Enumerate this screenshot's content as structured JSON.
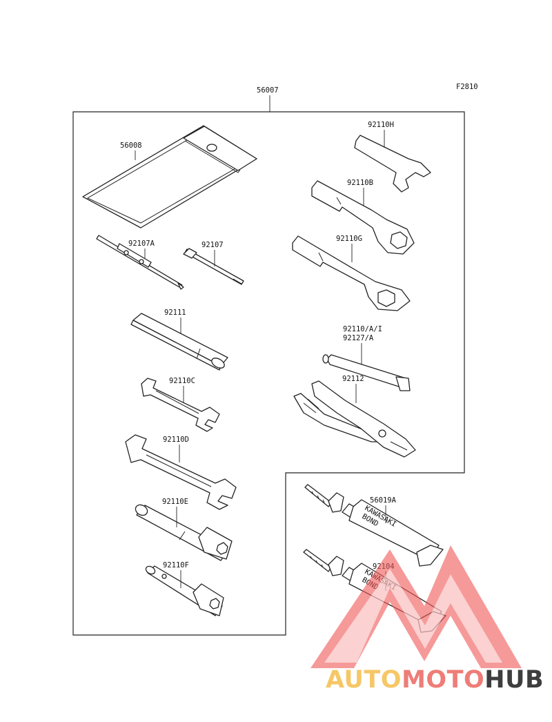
{
  "figure_code": "F2810",
  "assembly_number": "56007",
  "parts": [
    {
      "number": "56008",
      "name": "tool-bag"
    },
    {
      "number": "92107A",
      "name": "screwdriver"
    },
    {
      "number": "92107",
      "name": "screwdriver-bit"
    },
    {
      "number": "92111",
      "name": "handle-bar"
    },
    {
      "number": "92110C",
      "name": "open-end-wrench"
    },
    {
      "number": "92110D",
      "name": "open-end-wrench"
    },
    {
      "number": "92110E",
      "name": "box-socket-wrench"
    },
    {
      "number": "92110F",
      "name": "spark-plug-wrench"
    },
    {
      "number": "92110H",
      "name": "hook-wrench"
    },
    {
      "number": "92110B",
      "name": "ring-wrench"
    },
    {
      "number": "92110G",
      "name": "ring-wrench"
    },
    {
      "number": "92110/A/I",
      "name": "hex-key"
    },
    {
      "number": "92127/A",
      "name": "hex-key"
    },
    {
      "number": "92112",
      "name": "pliers"
    },
    {
      "number": "56019A",
      "name": "bond-tube"
    },
    {
      "number": "92104",
      "name": "bond-tube"
    }
  ],
  "tube_text": [
    "KAWASAKI",
    "BOND"
  ],
  "watermark": {
    "segments": [
      "AUTO",
      "MOTO",
      "HUB"
    ],
    "colors": {
      "auto": "#f6c766",
      "moto": "#ee7d78",
      "hub": "#3e3e3e",
      "triangle": "#f05a5a"
    }
  }
}
